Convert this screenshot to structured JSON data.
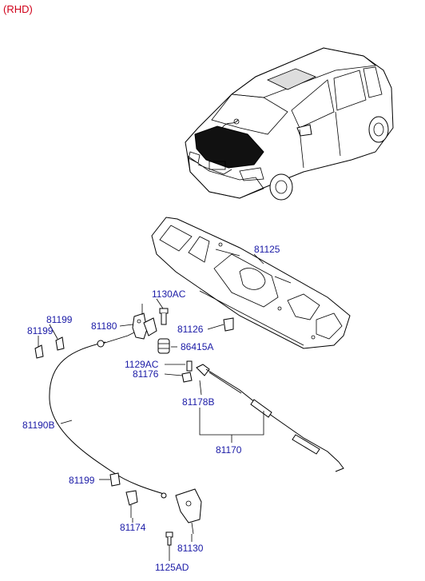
{
  "header": {
    "variant": "(RHD)"
  },
  "callouts": [
    {
      "id": "81125",
      "text": "81125"
    },
    {
      "id": "1130AC",
      "text": "1130AC"
    },
    {
      "id": "81199a",
      "text": "81199"
    },
    {
      "id": "81199b",
      "text": "81199"
    },
    {
      "id": "81180",
      "text": "81180"
    },
    {
      "id": "81126",
      "text": "81126"
    },
    {
      "id": "86415A",
      "text": "86415A"
    },
    {
      "id": "1129AC",
      "text": "1129AC"
    },
    {
      "id": "81176",
      "text": "81176"
    },
    {
      "id": "81178B",
      "text": "81178B"
    },
    {
      "id": "81190B",
      "text": "81190B"
    },
    {
      "id": "81170",
      "text": "81170"
    },
    {
      "id": "81199c",
      "text": "81199"
    },
    {
      "id": "81174",
      "text": "81174"
    },
    {
      "id": "81130",
      "text": "81130"
    },
    {
      "id": "1125AD",
      "text": "1125AD"
    }
  ],
  "colors": {
    "callout": "#1a1aa6",
    "variant": "#d0021b",
    "line": "#000000"
  }
}
